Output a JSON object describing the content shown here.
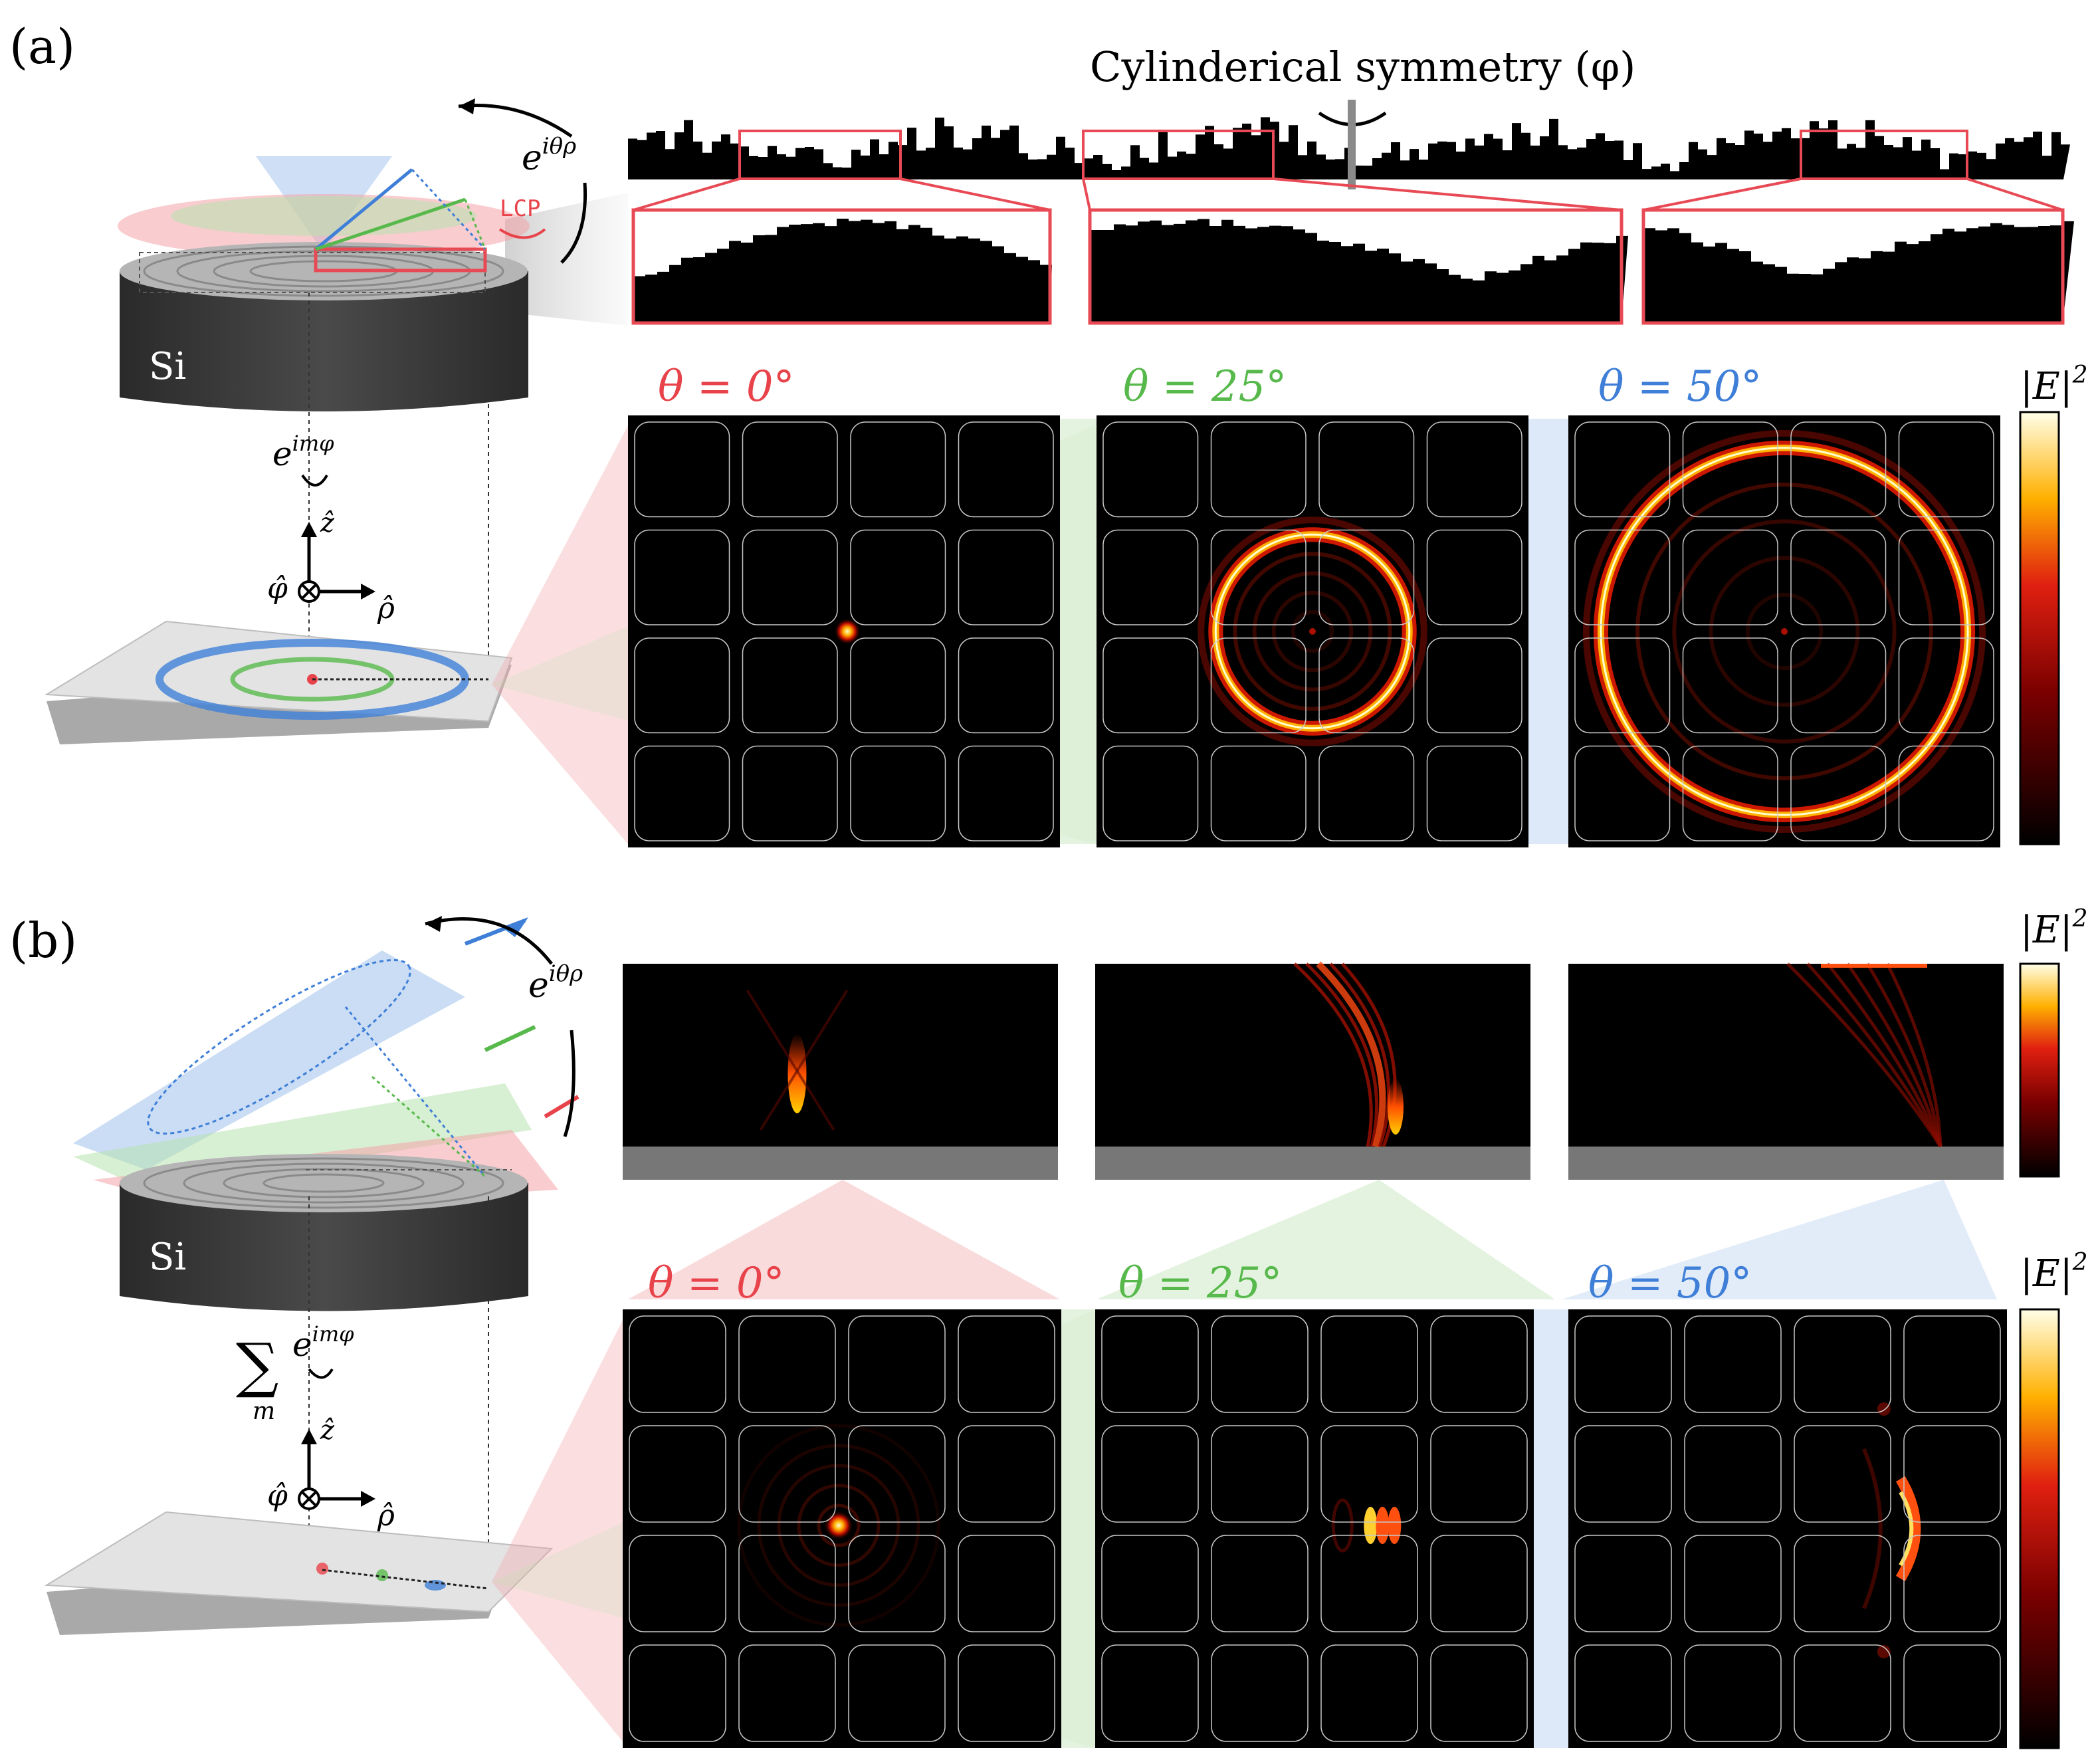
{
  "panels": [
    {
      "label": "(a)",
      "header": "Cylinderical symmetry (φ)",
      "lcp": "LCP",
      "phase_top": "e",
      "phase_top_sup": "iθρ",
      "phase_mode": "e",
      "phase_mode_sup": "imφ",
      "material": "Si",
      "axis_z": "ẑ",
      "axis_phi": "φ̂",
      "axis_rho": "ρ̂",
      "colorbar_label": "|E|",
      "colorbar_sup": "2",
      "maps": [
        {
          "angle": "θ = 0°",
          "color": "#e8434a",
          "radius": 0.0
        },
        {
          "angle": "θ = 25°",
          "color": "#57b94b",
          "radius": 0.38
        },
        {
          "angle": "θ = 50°",
          "color": "#3f7fd8",
          "radius": 0.72
        }
      ]
    },
    {
      "label": "(b)",
      "phase_top": "e",
      "phase_top_sup": "iθρ",
      "sum_symbol": "∑",
      "sum_index": "m",
      "phase_mode": "e",
      "phase_mode_sup": "imφ",
      "material": "Si",
      "axis_z": "ẑ",
      "axis_phi": "φ̂",
      "axis_rho": "ρ̂",
      "colorbar_label": "|E|",
      "colorbar_sup": "2",
      "maps": [
        {
          "angle": "θ = 0°",
          "color": "#e8434a",
          "offset": 0.0
        },
        {
          "angle": "θ = 25°",
          "color": "#57b94b",
          "offset": 0.31
        },
        {
          "angle": "θ = 50°",
          "color": "#3f7fd8",
          "offset": 0.56
        }
      ]
    }
  ],
  "colors": {
    "red": "#e8434a",
    "green": "#57b94b",
    "blue": "#3f7fd8",
    "cell_outline": "#c8c8c8"
  }
}
